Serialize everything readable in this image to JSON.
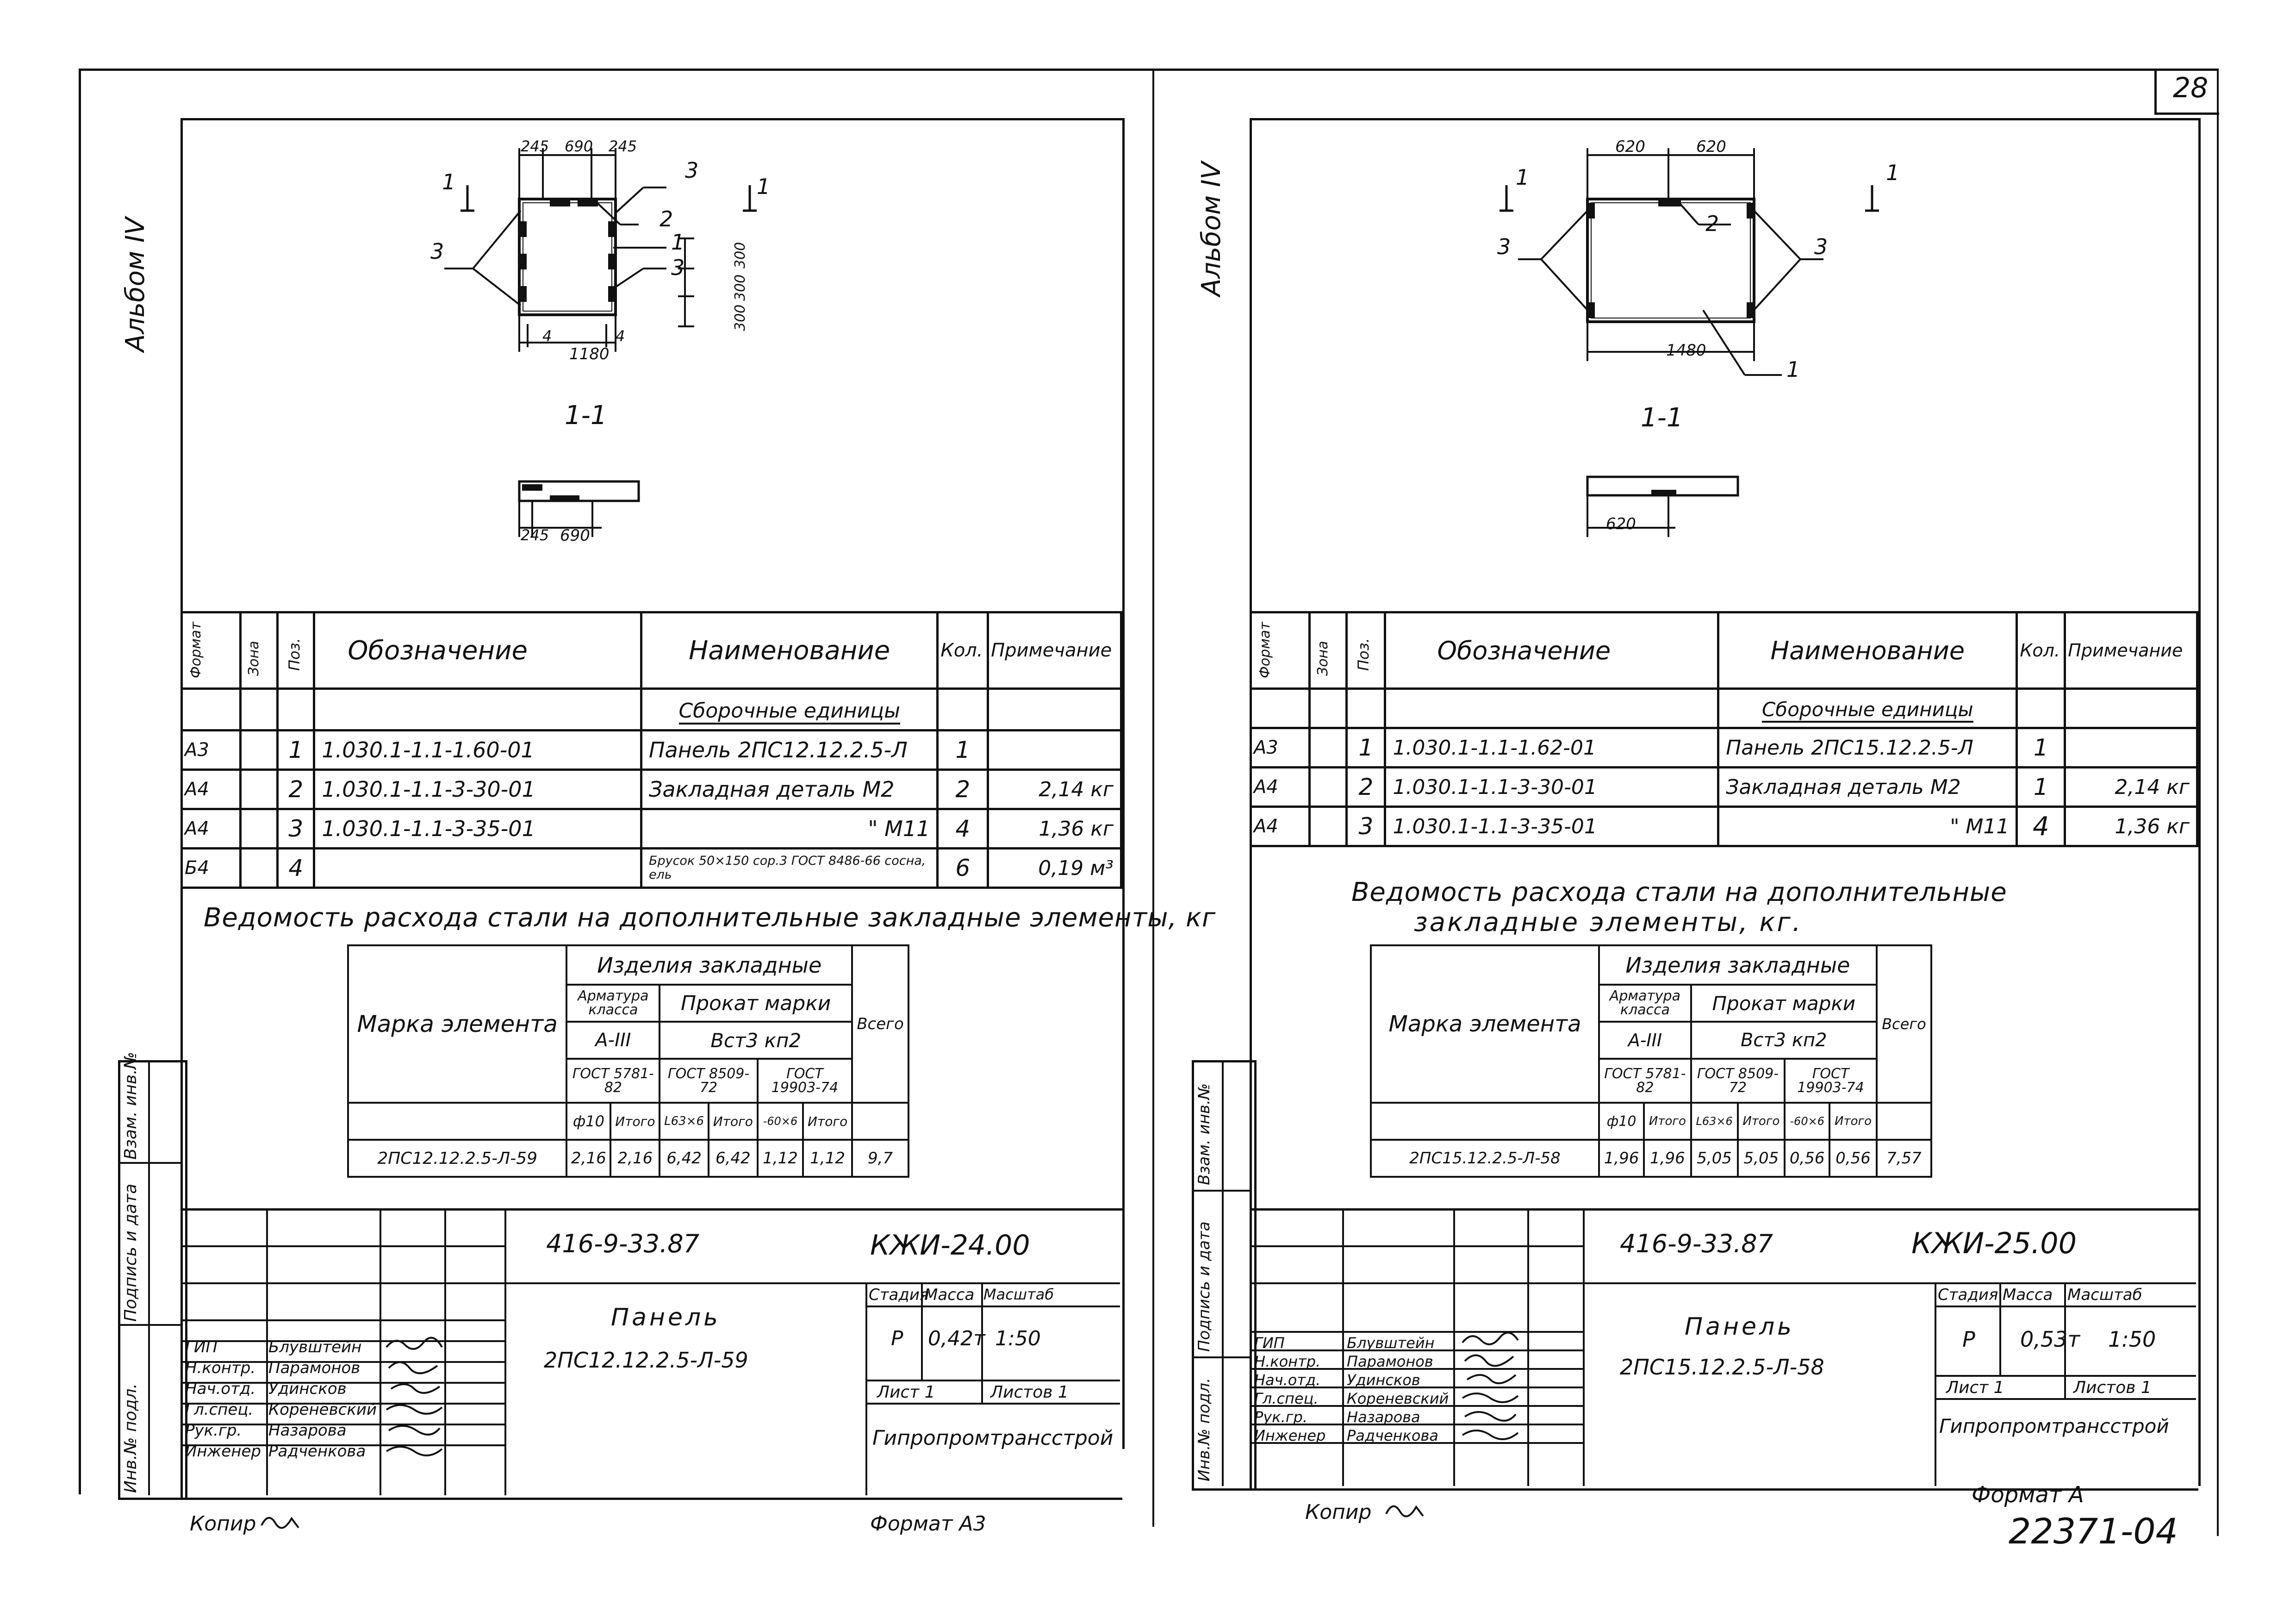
{
  "page_number": "28",
  "doc_number": "22371-04",
  "left": {
    "album": "Альбом IV",
    "section": "1-1",
    "section_mark": "1",
    "dims": {
      "d245a": "245",
      "d690": "690",
      "d245b": "245",
      "d1180": "1180",
      "d300a": "300",
      "d300b": "300",
      "d300c": "300",
      "d4a": "4",
      "d4b": "4",
      "bot245": "245",
      "bot690": "690"
    },
    "callouts": {
      "c3a": "3",
      "c2": "2",
      "c1": "1",
      "c3b": "3",
      "c3c": "3"
    },
    "spec": {
      "headers": [
        "Формат",
        "Зона",
        "Поз.",
        "Обозначение",
        "Наименование",
        "Кол.",
        "Примечание"
      ],
      "section_title": "Сборочные единицы",
      "rows": [
        {
          "format": "А3",
          "pos": "1",
          "designation": "1.030.1-1.1-1.60-01",
          "name": "Панель 2ПС12.12.2.5-Л",
          "qty": "1",
          "note": ""
        },
        {
          "format": "А4",
          "pos": "2",
          "designation": "1.030.1-1.1-3-30-01",
          "name": "Закладная деталь М2",
          "qty": "2",
          "note": "2,14 кг"
        },
        {
          "format": "А4",
          "pos": "3",
          "designation": "1.030.1-1.1-3-35-01",
          "name": "\" М11",
          "qty": "4",
          "note": "1,36 кг"
        },
        {
          "format": "Б4",
          "pos": "4",
          "designation": "",
          "name": "Брусок 50×150 сор.3 ГОСТ 8486-66 сосна, ель",
          "qty": "6",
          "note": "0,19 м³"
        }
      ]
    },
    "steel_title": "Ведомость расхода стали на дополнительные закладные элементы, кг",
    "steel": {
      "mark_header": "Марка элемента",
      "group": "Изделия закладные",
      "armature": "Арматура класса",
      "rolled": "Прокат марки",
      "class": "А-III",
      "grade": "Вст3 кп2",
      "gost1": "ГОСТ 5781-82",
      "gost2": "ГОСТ 8509-72",
      "gost3": "ГОСТ 19903-74",
      "total": "Всего",
      "sub": [
        "ф10",
        "Итого",
        "L63×6",
        "Итого",
        "-60×6",
        "Итого"
      ],
      "row": {
        "mark": "2ПС12.12.2.5-Л-59",
        "values": [
          "2,16",
          "2,16",
          "6,42",
          "6,42",
          "1,12",
          "1,12",
          "9,7"
        ]
      }
    },
    "stamp": {
      "code": "416-9-33.87",
      "doc": "КЖИ-24.00",
      "title": "Панель",
      "subtitle": "2ПС12.12.2.5-Л-59",
      "stage_h": "Стадия",
      "mass_h": "Масса",
      "scale_h": "Масштаб",
      "stage": "Р",
      "mass": "0,42т",
      "scale": "1:50",
      "sheet": "Лист 1",
      "sheets": "Листов 1",
      "org": "Гипропромтрансстрой",
      "roles": [
        {
          "role": "ГИП",
          "name": "Блувштейн"
        },
        {
          "role": "Н.контр.",
          "name": "Парамонов"
        },
        {
          "role": "Нач.отд.",
          "name": "Удинсков"
        },
        {
          "role": "Гл.спец.",
          "name": "Кореневский"
        },
        {
          "role": "Рук.гр.",
          "name": "Назарова"
        },
        {
          "role": "Инженер",
          "name": "Радченкова"
        }
      ]
    },
    "side_labels": [
      "Инв.№ подл.",
      "Подпись и дата",
      "Взам. инв.№"
    ],
    "copied": "Копир",
    "format": "Формат А3"
  },
  "right": {
    "album": "Альбом IV",
    "section": "1-1",
    "section_mark": "1",
    "dims": {
      "d620a": "620",
      "d620b": "620",
      "d1480": "1480",
      "bot620": "620"
    },
    "callouts": {
      "c3a": "3",
      "c2": "2",
      "c3b": "3",
      "c1": "1"
    },
    "spec": {
      "headers": [
        "Формат",
        "Зона",
        "Поз.",
        "Обозначение",
        "Наименование",
        "Кол.",
        "Примечание"
      ],
      "section_title": "Сборочные единицы",
      "rows": [
        {
          "format": "А3",
          "pos": "1",
          "designation": "1.030.1-1.1-1.62-01",
          "name": "Панель 2ПС15.12.2.5-Л",
          "qty": "1",
          "note": ""
        },
        {
          "format": "А4",
          "pos": "2",
          "designation": "1.030.1-1.1-3-30-01",
          "name": "Закладная деталь М2",
          "qty": "1",
          "note": "2,14 кг"
        },
        {
          "format": "А4",
          "pos": "3",
          "designation": "1.030.1-1.1-3-35-01",
          "name": "\" М11",
          "qty": "4",
          "note": "1,36 кг"
        }
      ]
    },
    "steel_title_1": "Ведомость расхода стали на дополнительные",
    "steel_title_2": "закладные элементы, кг.",
    "steel": {
      "mark_header": "Марка элемента",
      "group": "Изделия закладные",
      "armature": "Арматура класса",
      "rolled": "Прокат марки",
      "class": "А-III",
      "grade": "Вст3 кп2",
      "gost1": "ГОСТ 5781-82",
      "gost2": "ГОСТ 8509-72",
      "gost3": "ГОСТ 19903-74",
      "total": "Всего",
      "sub": [
        "ф10",
        "Итого",
        "L63×6",
        "Итого",
        "-60×6",
        "Итого"
      ],
      "row": {
        "mark": "2ПС15.12.2.5-Л-58",
        "values": [
          "1,96",
          "1,96",
          "5,05",
          "5,05",
          "0,56",
          "0,56",
          "7,57"
        ]
      }
    },
    "stamp": {
      "code": "416-9-33.87",
      "doc": "КЖИ-25.00",
      "title": "Панель",
      "subtitle": "2ПС15.12.2.5-Л-58",
      "stage_h": "Стадия",
      "mass_h": "Масса",
      "scale_h": "Масштаб",
      "stage": "Р",
      "mass": "0,53т",
      "scale": "1:50",
      "sheet": "Лист 1",
      "sheets": "Листов 1",
      "org": "Гипропромтрансстрой",
      "roles": [
        {
          "role": "ГИП",
          "name": "Блувштейн"
        },
        {
          "role": "Н.контр.",
          "name": "Парамонов"
        },
        {
          "role": "Нач.отд.",
          "name": "Удинсков"
        },
        {
          "role": "Гл.спец.",
          "name": "Кореневский"
        },
        {
          "role": "Рук.гр.",
          "name": "Назарова"
        },
        {
          "role": "Инженер",
          "name": "Радченкова"
        }
      ]
    },
    "side_labels": [
      "Инв.№ подл.",
      "Подпись и дата",
      "Взам. инв.№"
    ],
    "copied": "Копир",
    "format": "Формат А"
  }
}
